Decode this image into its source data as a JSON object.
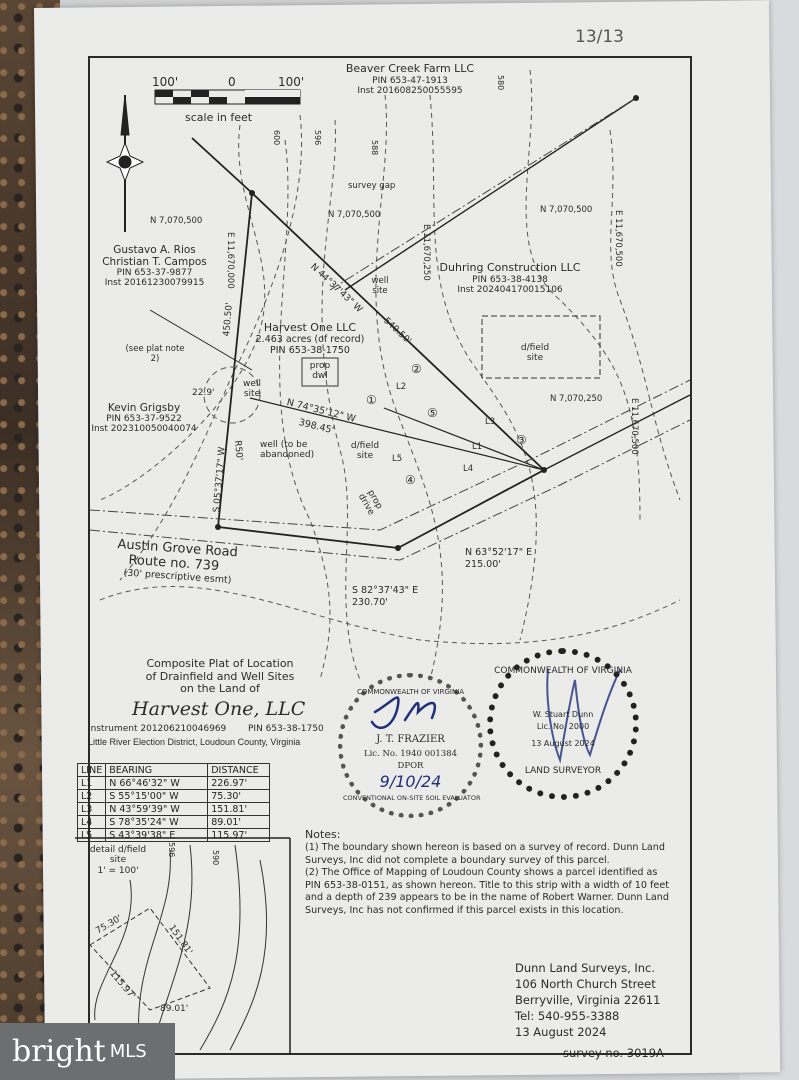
{
  "page_number": "13/13",
  "scale": {
    "left": "100'",
    "mid": "0",
    "right": "100'",
    "label": "scale in feet"
  },
  "parcels": {
    "beaver": {
      "name": "Beaver Creek Farm LLC",
      "pin": "PIN 653-47-1913",
      "inst": "Inst 201608250055595"
    },
    "rios": {
      "name1": "Gustavo A. Rios",
      "name2": "Christian T. Campos",
      "pin": "PIN 653-37-9877",
      "inst": "Inst 20161230079915"
    },
    "duhring": {
      "name": "Duhring Construction LLC",
      "pin": "PIN 653-38-4138",
      "inst": "Inst 202404170015106"
    },
    "harvest": {
      "name": "Harvest One LLC",
      "acres": "2.463 acres (of record)",
      "pin": "PIN 653-38-1750"
    },
    "grigsby": {
      "name": "Kevin Grigsby",
      "pin": "PIN 653-37-9522",
      "inst": "Inst 202310050040074"
    }
  },
  "map_labels": {
    "survey_gap": "survey gap",
    "grid_n1": "N 7,070,500",
    "grid_n2": "N 7,070,500",
    "grid_n3": "N 7,070,500",
    "grid_n4": "N 7,070,250",
    "grid_e1": "E 11,670,000",
    "grid_e2": "E 11,670,250",
    "grid_e3": "E 11,670,500",
    "grid_e4": "E 11,670,500",
    "c600": "600",
    "c596": "596",
    "c588": "588",
    "c580": "580",
    "well_site_1": "well site",
    "well_site_2": "well site",
    "dfield_1": "d/field site",
    "dfield_2": "d/field site",
    "prop_dwl": "prop dwl",
    "prop_drive": "prop drive",
    "plat_note": "(see plat note 2)",
    "well_abandon": "well (to be abandoned)",
    "dist_229": "22.9'",
    "r50": "R50'",
    "bearing_w": "S 05°37'17\" W",
    "dist_450": "450.50'",
    "bearing_ne": "N 44°37'43\" W",
    "dist_540": "540.50'",
    "bearing_well": "N 74°35'12\" W",
    "dist_398": "398.45'",
    "bearing_se": "S 82°37'43\" E",
    "dist_230": "230.70'",
    "bearing_ne2": "N 63°52'17\" E",
    "dist_215": "215.00'",
    "road1": "Austin Grove Road",
    "road2": "Route no. 739",
    "road3": "(30' prescriptive esmt)",
    "l1": "L1",
    "l2": "L2",
    "l3": "L3",
    "l4": "L4",
    "l5": "L5",
    "m1": "①",
    "m2": "②",
    "m3": "③",
    "m4": "④",
    "m5": "⑤"
  },
  "title": {
    "line1": "Composite Plat of Location",
    "line2": "of Drainfield and Well Sites",
    "line3": "on the Land of",
    "owner": "Harvest One, LLC",
    "instrument": "Instrument 201206210046969",
    "pin": "PIN 653-38-1750",
    "district": "Little River Election District, Loudoun County, Virginia"
  },
  "line_table": {
    "headers": [
      "LINE",
      "BEARING",
      "DISTANCE"
    ],
    "rows": [
      [
        "L1",
        "N 66°46'32\" W",
        "226.97'"
      ],
      [
        "L2",
        "S 55°15'00\" W",
        "75.30'"
      ],
      [
        "L3",
        "N 43°59'39\" W",
        "151.81'"
      ],
      [
        "L4",
        "S 78°35'24\" W",
        "89.01'"
      ],
      [
        "L5",
        "S 43°39'38\" E",
        "115.97'"
      ]
    ]
  },
  "detail": {
    "title1": "detail d/field",
    "title2": "site",
    "scale": "1' = 100'",
    "d1": "75.30'",
    "d2": "151.81'",
    "d3": "115.97'",
    "d4": "89.01'",
    "c596": "596",
    "c590": "590"
  },
  "seals": {
    "evaluator": {
      "ring_top": "COMMONWEALTH OF VIRGINIA",
      "ring_bottom": "CONVENTIONAL ON-SITE SOIL EVALUATOR",
      "name": "J. T. FRAZIER",
      "lic": "Lic. No. 1940 001384",
      "dpor": "DPOR",
      "date": "9/10/24"
    },
    "surveyor": {
      "ring_top": "COMMONWEALTH OF VIRGINIA",
      "ring_bottom": "LAND SURVEYOR",
      "name": "W. Stuart Dunn",
      "lic": "Lic. No. 2000",
      "date": "13 August 2024"
    }
  },
  "notes": {
    "heading": "Notes:",
    "n1": "(1) The boundary shown hereon is based on a survey of record. Dunn Land Surveys, Inc did not complete a boundary survey of this parcel.",
    "n2": "(2) The Office of Mapping of Loudoun County shows a parcel identified as PIN 653-38-0151, as shown hereon. Title to this strip with a width of 10 feet and a depth of 239 appears to be in the name of Robert Warner. Dunn Land Surveys, Inc has not confirmed if this parcel exists in this location."
  },
  "company": {
    "name": "Dunn Land Surveys, Inc.",
    "street": "106 North Church Street",
    "city": "Berryville, Virginia 22611",
    "tel": "Tel: 540-955-3388",
    "date": "13 August 2024",
    "survey_no": "survey no. 3019A"
  },
  "watermark": {
    "brand": "bright",
    "suffix": "MLS"
  },
  "colors": {
    "paper": "#ebebea",
    "ink": "#2b2b2b",
    "signature": "#1f2f7a",
    "logo_bg": "#6d6e70"
  }
}
